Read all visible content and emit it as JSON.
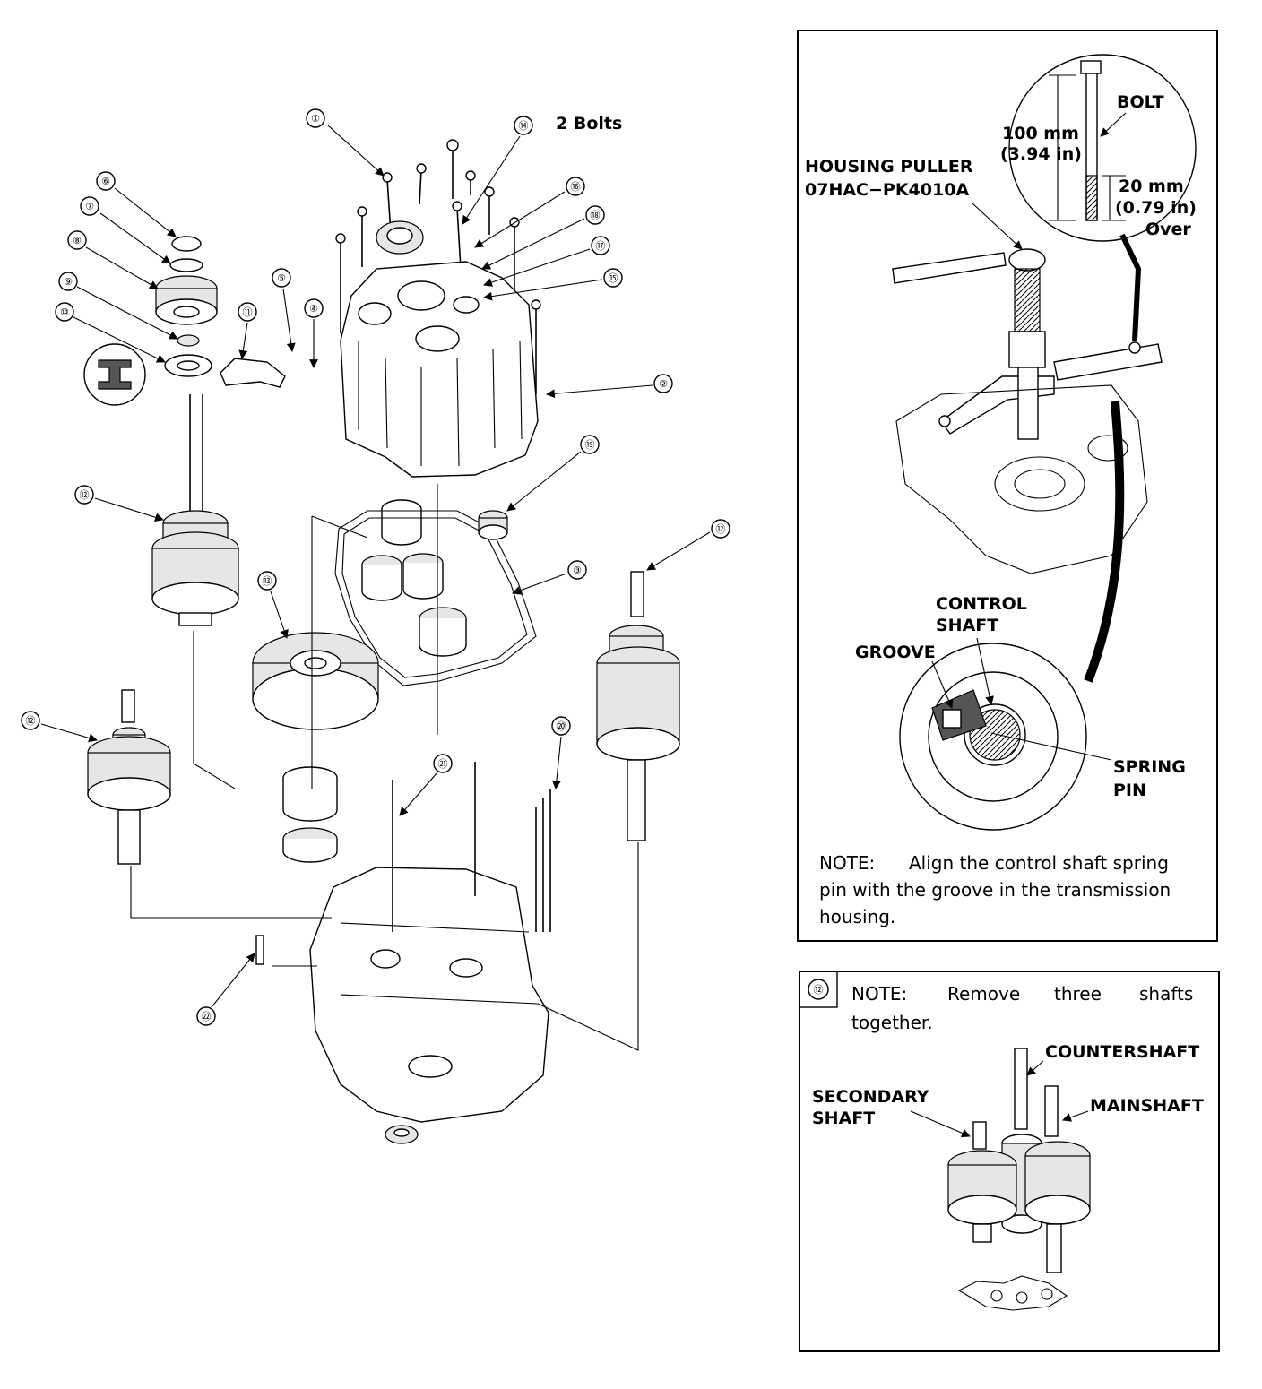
{
  "header": {
    "bolts_note": "2 Bolts"
  },
  "callouts": [
    "①",
    "②",
    "③",
    "④",
    "⑤",
    "⑥",
    "⑦",
    "⑧",
    "⑨",
    "⑩",
    "⑪",
    "⑫",
    "⑬",
    "⑭",
    "⑮",
    "⑯",
    "⑰",
    "⑱",
    "⑲",
    "⑳",
    "㉑",
    "㉒"
  ],
  "inset_tool": {
    "housing_puller": "HOUSING PULLER",
    "tool_number": "07HAC−PK4010A",
    "bolt": "BOLT",
    "length_mm": "100 mm",
    "length_in": "(3.94 in)",
    "thread_mm": "20 mm",
    "thread_in": "(0.79 in)",
    "thread_over": "Over",
    "control": "CONTROL",
    "shaft": "SHAFT",
    "groove": "GROOVE",
    "spring": "SPRING",
    "pin": "PIN",
    "note_label": "NOTE:",
    "note_line1": "Align the control shaft spring",
    "note_line2": "pin with the groove in the transmission",
    "note_line3": "housing."
  },
  "inset_shafts": {
    "number": "⑫",
    "note_label": "NOTE:",
    "note_line1_words": [
      "Remove",
      "three",
      "shafts"
    ],
    "note_line2": "together.",
    "countershaft": "COUNTERSHAFT",
    "secondary": "SECONDARY",
    "shaft": "SHAFT",
    "mainshaft": "MAINSHAFT"
  }
}
